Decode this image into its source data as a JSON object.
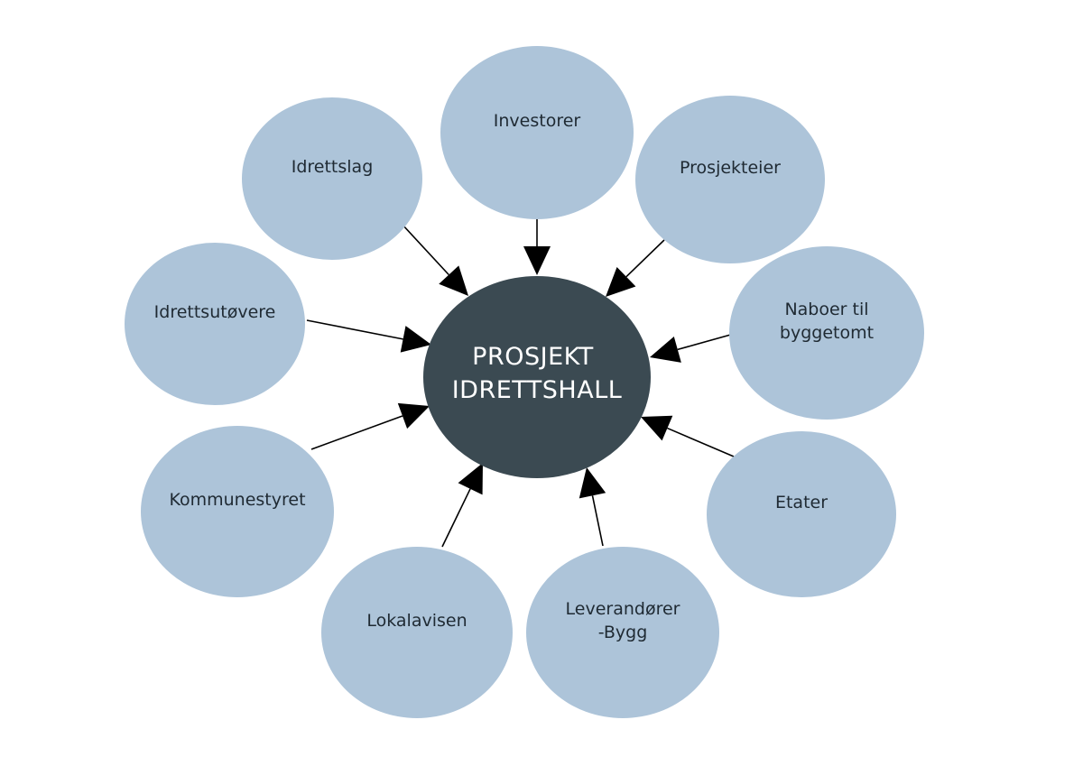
{
  "colors": {
    "node_fill": "#adc4d9",
    "center_fill": "#3b4a52",
    "node_text": "#1f2a33",
    "center_text": "#ffffff",
    "arrow": "#000000"
  },
  "center": {
    "lines": [
      "PROSJEKT",
      "IDRETTSHALL"
    ]
  },
  "nodes": [
    {
      "id": "investorer",
      "lines": [
        "Investorer"
      ]
    },
    {
      "id": "prosjekteier",
      "lines": [
        "Prosjekteier"
      ]
    },
    {
      "id": "naboer",
      "lines": [
        "Naboer til",
        "byggetomt"
      ]
    },
    {
      "id": "etater",
      "lines": [
        "Etater"
      ]
    },
    {
      "id": "leverandorer",
      "lines": [
        "Leverandører",
        "-Bygg"
      ]
    },
    {
      "id": "lokalavisen",
      "lines": [
        "Lokalavisen"
      ]
    },
    {
      "id": "kommunestyret",
      "lines": [
        "Kommunestyret"
      ]
    },
    {
      "id": "idrettsutovere",
      "lines": [
        "Idrettsutøvere"
      ]
    },
    {
      "id": "idrettslag",
      "lines": [
        "Idrettslag"
      ]
    }
  ]
}
